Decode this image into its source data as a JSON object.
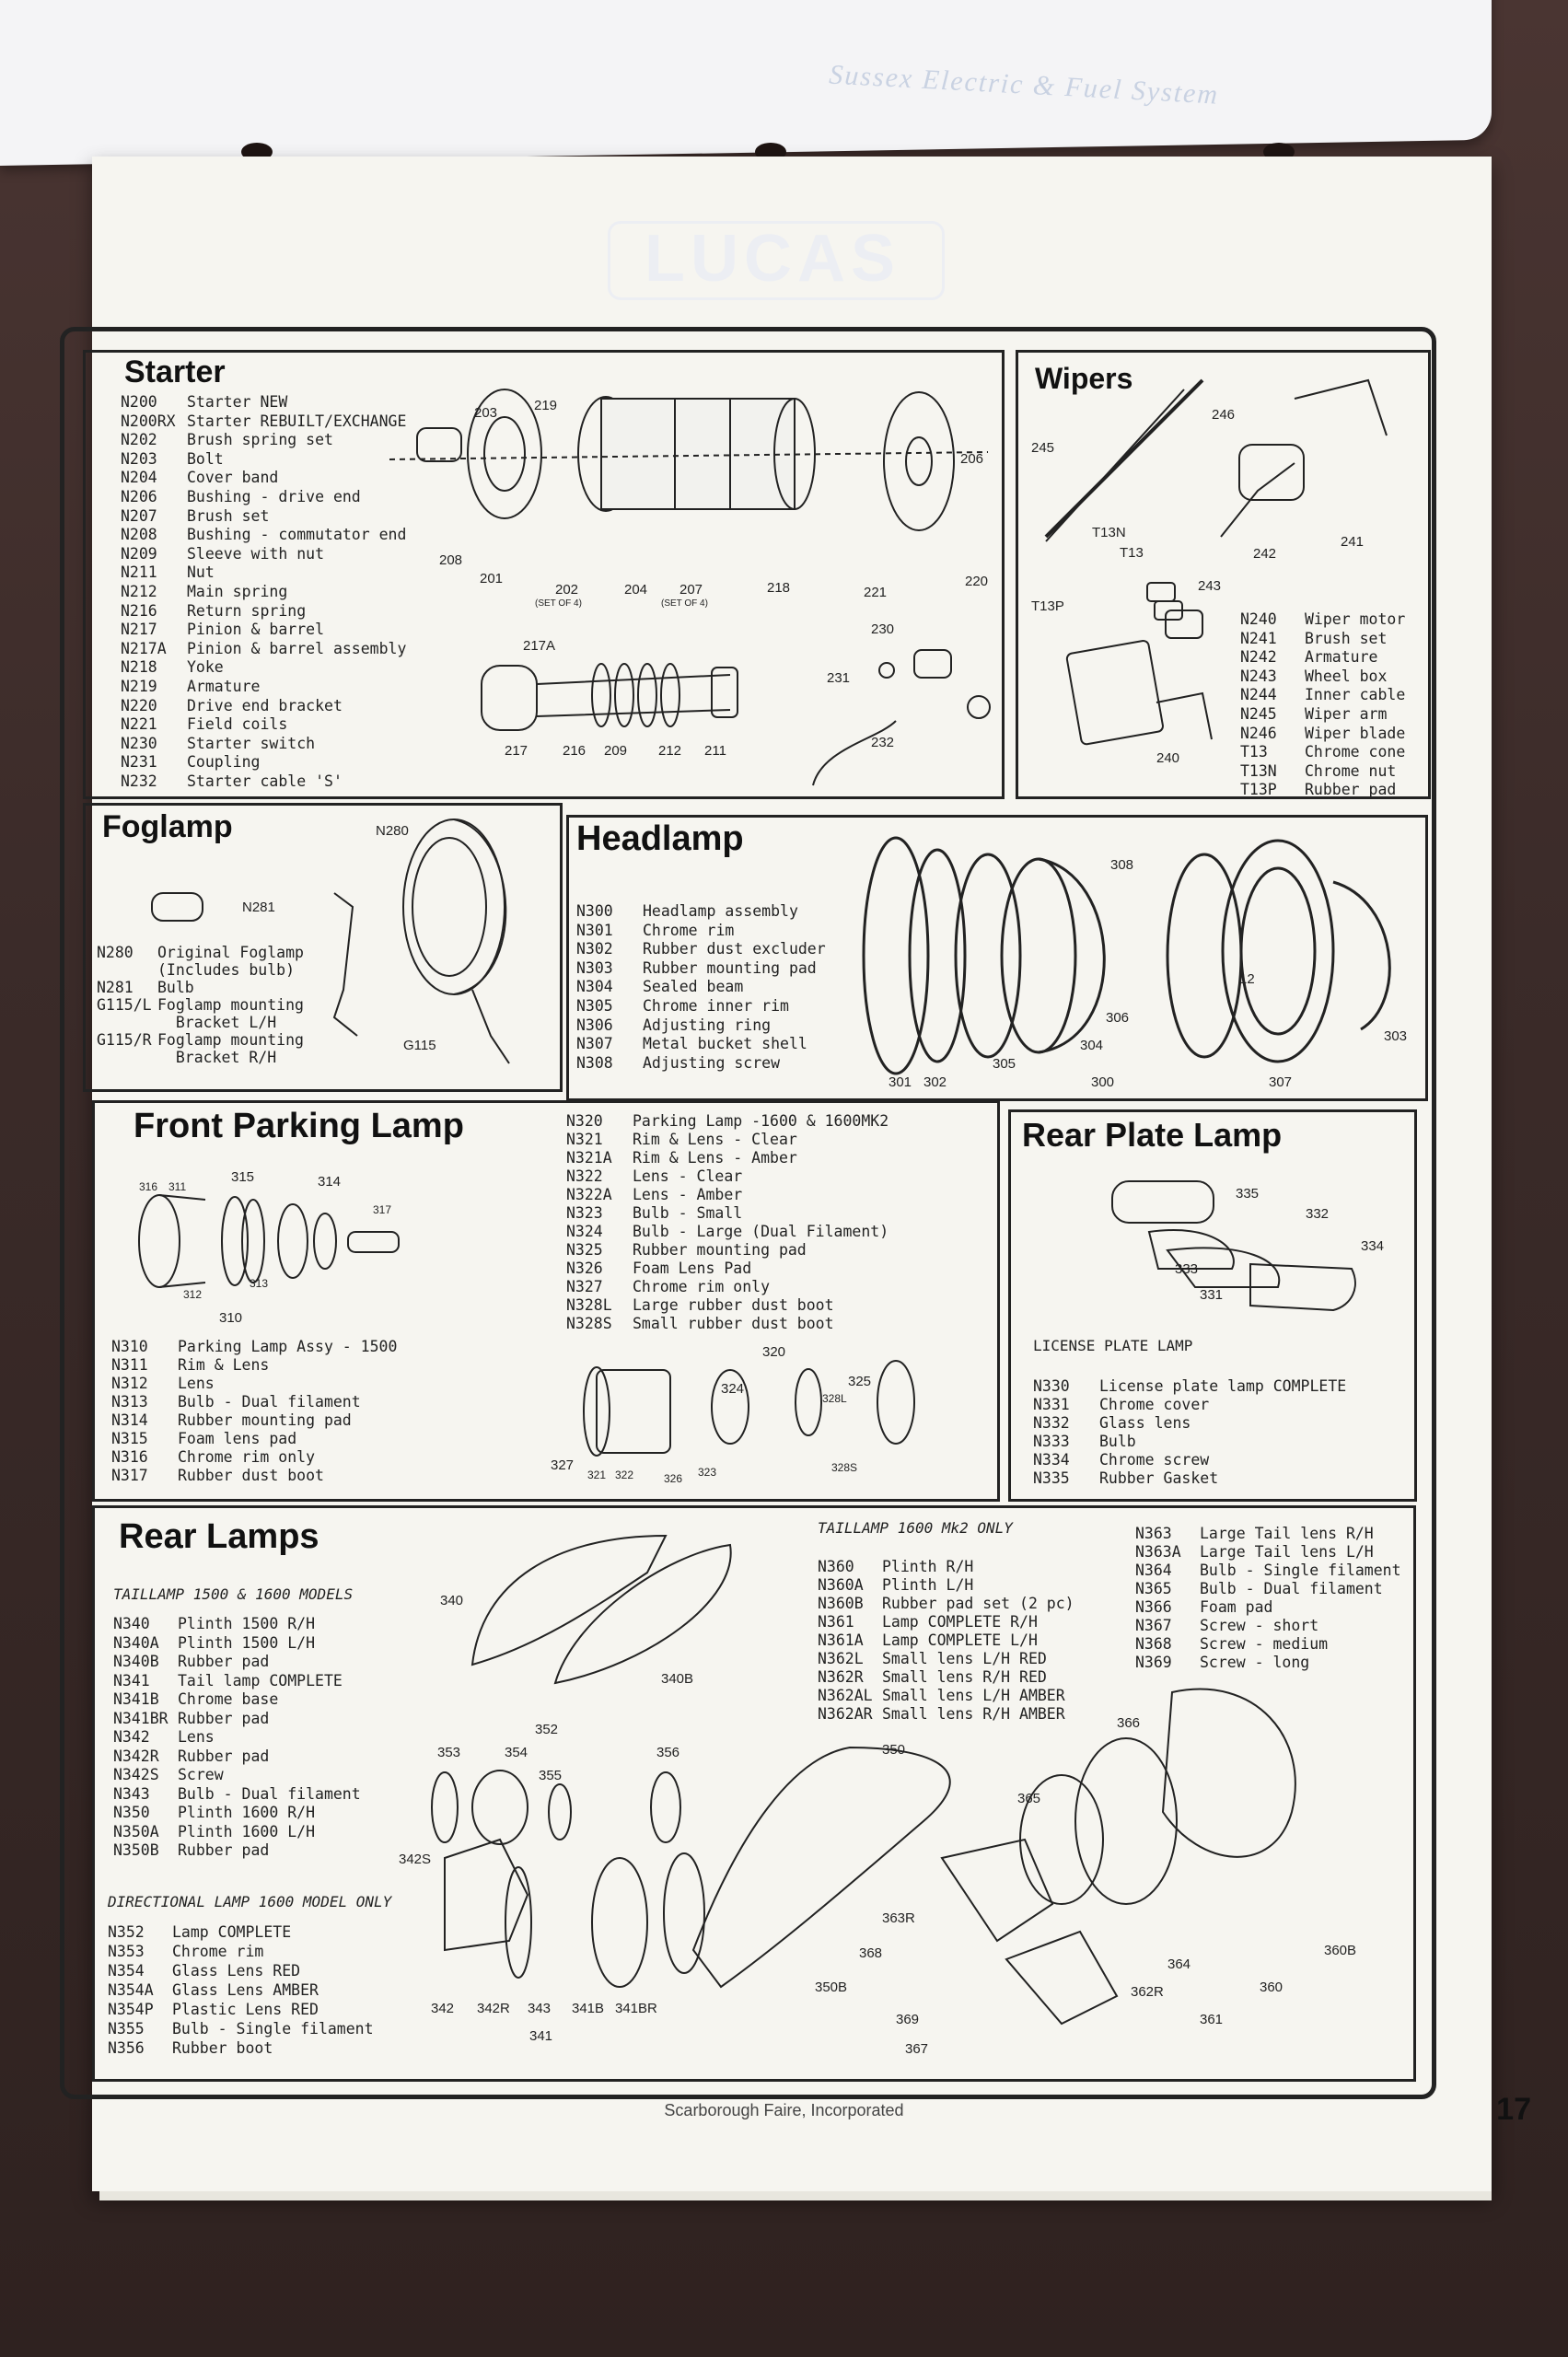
{
  "prev_page": {
    "text": "Sussex Electric & Fuel System"
  },
  "header_ghost": {
    "brand": "LUCAS"
  },
  "starter": {
    "title": "Starter",
    "parts": [
      [
        "N200",
        "Starter NEW"
      ],
      [
        "N200RX",
        "Starter REBUILT/EXCHANGE"
      ],
      [
        "N202",
        "Brush spring set"
      ],
      [
        "N203",
        "Bolt"
      ],
      [
        "N204",
        "Cover band"
      ],
      [
        "N206",
        "Bushing - drive end"
      ],
      [
        "N207",
        "Brush set"
      ],
      [
        "N208",
        "Bushing - commutator end"
      ],
      [
        "N209",
        "Sleeve with nut"
      ],
      [
        "N211",
        "Nut"
      ],
      [
        "N212",
        "Main spring"
      ],
      [
        "N216",
        "Return spring"
      ],
      [
        "N217",
        "Pinion & barrel"
      ],
      [
        "N217A",
        "Pinion & barrel assembly"
      ],
      [
        "N218",
        "Yoke"
      ],
      [
        "N219",
        "Armature"
      ],
      [
        "N220",
        "Drive end bracket"
      ],
      [
        "N221",
        "Field coils"
      ],
      [
        "N230",
        "Starter switch"
      ],
      [
        "N231",
        "Coupling"
      ],
      [
        "N232",
        "Starter cable 'S'"
      ]
    ],
    "callouts": {
      "c203": "203",
      "c219": "219",
      "c206": "206",
      "c208": "208",
      "c201": "201",
      "c202": "202",
      "c202s": "(SET OF 4)",
      "c204": "204",
      "c207": "207",
      "c207s": "(SET OF 4)",
      "c218": "218",
      "c221": "221",
      "c220": "220",
      "c217a": "217A",
      "c217": "217",
      "c216": "216",
      "c209": "209",
      "c212": "212",
      "c211": "211",
      "c230": "230",
      "c231": "231",
      "c232": "232"
    }
  },
  "wipers": {
    "title": "Wipers",
    "parts": [
      [
        "N240",
        "Wiper motor"
      ],
      [
        "N241",
        "Brush set"
      ],
      [
        "N242",
        "Armature"
      ],
      [
        "N243",
        "Wheel box"
      ],
      [
        "N244",
        "Inner cable"
      ],
      [
        "N245",
        "Wiper arm"
      ],
      [
        "N246",
        "Wiper blade"
      ],
      [
        "T13",
        "Chrome cone"
      ],
      [
        "T13N",
        "Chrome nut"
      ],
      [
        "T13P",
        "Rubber pad"
      ]
    ],
    "callouts": {
      "c246": "246",
      "c245": "245",
      "c241": "241",
      "c242": "242",
      "c13n": "T13N",
      "c13": "T13",
      "c13p": "T13P",
      "c243": "243",
      "c240": "240"
    }
  },
  "foglamp": {
    "title": "Foglamp",
    "parts": [
      [
        "N280",
        "Original Foglamp\n(Includes bulb)"
      ],
      [
        "N281",
        "Bulb"
      ],
      [
        "G115/L",
        "Foglamp mounting\n  Bracket L/H"
      ],
      [
        "G115/R",
        "Foglamp mounting\n  Bracket R/H"
      ]
    ],
    "callouts": {
      "n280": "N280",
      "n281": "N281",
      "g115": "G115"
    }
  },
  "headlamp": {
    "title": "Headlamp",
    "parts": [
      [
        "N300",
        "Headlamp assembly"
      ],
      [
        "N301",
        "Chrome rim"
      ],
      [
        "N302",
        "Rubber dust excluder"
      ],
      [
        "N303",
        "Rubber mounting pad"
      ],
      [
        "N304",
        "Sealed beam"
      ],
      [
        "N305",
        "Chrome inner rim"
      ],
      [
        "N306",
        "Adjusting ring"
      ],
      [
        "N307",
        "Metal bucket shell"
      ],
      [
        "N308",
        "Adjusting screw"
      ]
    ],
    "callouts": {
      "c308": "308",
      "c306": "306",
      "c303": "303",
      "c304": "304",
      "c305": "305",
      "c301": "301",
      "c302": "302",
      "c300": "300",
      "c307": "307",
      "c12": "12"
    }
  },
  "front_parking": {
    "title": "Front Parking Lamp",
    "parts_a": [
      [
        "N310",
        "Parking Lamp Assy - 1500"
      ],
      [
        "N311",
        "Rim & Lens"
      ],
      [
        "N312",
        "Lens"
      ],
      [
        "N313",
        "Bulb - Dual filament"
      ],
      [
        "N314",
        "Rubber mounting pad"
      ],
      [
        "N315",
        "Foam lens pad"
      ],
      [
        "N316",
        "Chrome rim only"
      ],
      [
        "N317",
        "Rubber dust boot"
      ]
    ],
    "parts_b": [
      [
        "N320",
        "Parking Lamp -1600 & 1600MK2"
      ],
      [
        "N321",
        "Rim & Lens - Clear"
      ],
      [
        "N321A",
        "Rim & Lens - Amber"
      ],
      [
        "N322",
        "Lens - Clear"
      ],
      [
        "N322A",
        "Lens - Amber"
      ],
      [
        "N323",
        "Bulb - Small"
      ],
      [
        "N324",
        "Bulb - Large (Dual Filament)"
      ],
      [
        "N325",
        "Rubber mounting pad"
      ],
      [
        "N326",
        "Foam Lens Pad"
      ],
      [
        "N327",
        "Chrome rim only"
      ],
      [
        "N328L",
        "Large rubber dust boot"
      ],
      [
        "N328S",
        "Small rubber dust boot"
      ]
    ],
    "callouts": {
      "c316": "316",
      "c311": "311",
      "c315": "315",
      "c314": "314",
      "c317": "317",
      "c312": "312",
      "c313": "313",
      "c310": "310",
      "c320": "320",
      "c324": "324",
      "c325": "325",
      "c328l": "328L",
      "c327": "327",
      "c321": "321",
      "c322": "322",
      "c326": "326",
      "c323": "323",
      "c328s": "328S"
    }
  },
  "rear_plate": {
    "title": "Rear Plate Lamp",
    "subtitle": "LICENSE PLATE LAMP",
    "parts": [
      [
        "N330",
        "License plate lamp COMPLETE"
      ],
      [
        "N331",
        "Chrome cover"
      ],
      [
        "N332",
        "Glass lens"
      ],
      [
        "N333",
        "Bulb"
      ],
      [
        "N334",
        "Chrome screw"
      ],
      [
        "N335",
        "Rubber Gasket"
      ]
    ],
    "callouts": {
      "c335": "335",
      "c332": "332",
      "c334": "334",
      "c333": "333",
      "c331": "331"
    }
  },
  "rear_lamps": {
    "title": "Rear Lamps",
    "sub1": "TAILLAMP 1500 & 1600 MODELS",
    "parts1": [
      [
        "N340",
        "Plinth 1500 R/H"
      ],
      [
        "N340A",
        "Plinth 1500 L/H"
      ],
      [
        "N340B",
        "Rubber pad"
      ],
      [
        "N341",
        "Tail lamp COMPLETE"
      ],
      [
        "N341B",
        "Chrome base"
      ],
      [
        "N341BR",
        "Rubber pad"
      ],
      [
        "N342",
        "Lens"
      ],
      [
        "N342R",
        "Rubber pad"
      ],
      [
        "N342S",
        "Screw"
      ],
      [
        "N343",
        "Bulb - Dual filament"
      ],
      [
        "N350",
        "Plinth 1600 R/H"
      ],
      [
        "N350A",
        "Plinth 1600 L/H"
      ],
      [
        "N350B",
        "Rubber pad"
      ]
    ],
    "sub2": "DIRECTIONAL LAMP 1600 MODEL ONLY",
    "parts2": [
      [
        "N352",
        "Lamp COMPLETE"
      ],
      [
        "N353",
        "Chrome rim"
      ],
      [
        "N354",
        "Glass Lens RED"
      ],
      [
        "N354A",
        "Glass Lens AMBER"
      ],
      [
        "N354P",
        "Plastic Lens RED"
      ],
      [
        "N355",
        "Bulb - Single filament"
      ],
      [
        "N356",
        "Rubber boot"
      ]
    ],
    "sub3": "TAILLAMP 1600 Mk2 ONLY",
    "parts3": [
      [
        "N360",
        "Plinth R/H"
      ],
      [
        "N360A",
        "Plinth L/H"
      ],
      [
        "N360B",
        "Rubber pad set (2 pc)"
      ],
      [
        "N361",
        "Lamp COMPLETE R/H"
      ],
      [
        "N361A",
        "Lamp COMPLETE L/H"
      ],
      [
        "N362L",
        "Small lens L/H RED"
      ],
      [
        "N362R",
        "Small lens R/H RED"
      ],
      [
        "N362AL",
        "Small lens L/H AMBER"
      ],
      [
        "N362AR",
        "Small lens R/H AMBER"
      ]
    ],
    "parts4": [
      [
        "N363",
        "Large Tail lens R/H"
      ],
      [
        "N363A",
        "Large Tail lens L/H"
      ],
      [
        "N364",
        "Bulb - Single filament"
      ],
      [
        "N365",
        "Bulb - Dual filament"
      ],
      [
        "N366",
        "Foam pad"
      ],
      [
        "N367",
        "Screw - short"
      ],
      [
        "N368",
        "Screw - medium"
      ],
      [
        "N369",
        "Screw - long"
      ]
    ],
    "callouts": {
      "c340": "340",
      "c340b": "340B",
      "c352": "352",
      "c353": "353",
      "c354": "354",
      "c356": "356",
      "c355": "355",
      "c342s": "342S",
      "c342": "342",
      "c342r": "342R",
      "c343": "343",
      "c341b": "341B",
      "c341br": "341BR",
      "c341": "341",
      "c350": "350",
      "c350b": "350B",
      "c366": "366",
      "c365": "365",
      "c363r": "363R",
      "c368": "368",
      "c369": "369",
      "c367": "367",
      "c364": "364",
      "c362r": "362R",
      "c361": "361",
      "c360": "360",
      "c360b": "360B"
    }
  },
  "footer": {
    "company": "Scarborough Faire, Incorporated",
    "page": "17"
  }
}
